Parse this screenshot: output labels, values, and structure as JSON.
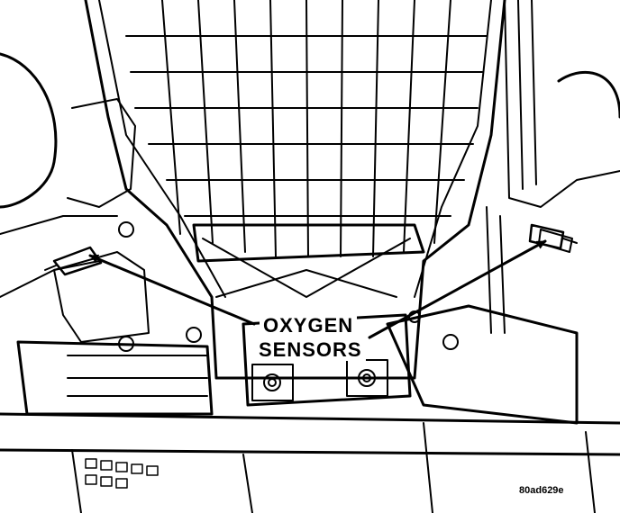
{
  "diagram": {
    "callout_line1": "OXYGEN",
    "callout_line2": "SENSORS",
    "figure_code": "80ad629e"
  },
  "colors": {
    "ink": "#000000",
    "background": "#ffffff"
  }
}
